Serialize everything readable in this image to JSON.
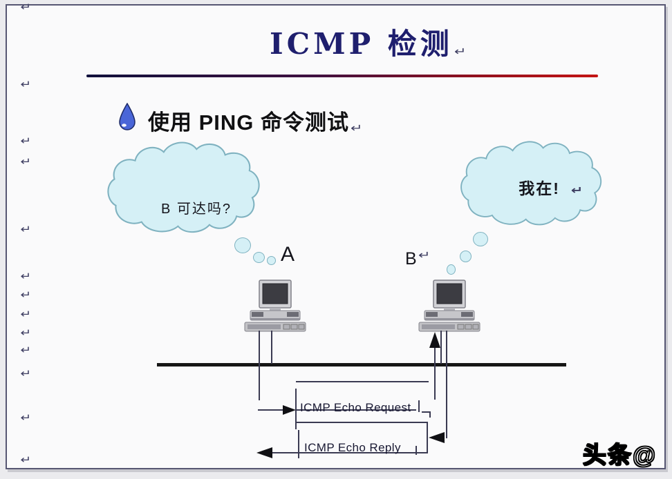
{
  "slide": {
    "title": "ICMP 检测",
    "bullet": "使用 PING 命令测试",
    "cloud_left_text": "B 可达吗?",
    "cloud_right_text": "我在!",
    "label_a": "A",
    "label_b": "B",
    "request_label": "ICMP Echo Request",
    "reply_label": "ICMP Echo Reply",
    "watermark": "头条@",
    "return_symbol": "↵",
    "colors": {
      "title": "#1f1f6e",
      "rule_start": "#10103c",
      "rule_end": "#c41414",
      "cloud_fill": "#d5f0f6",
      "cloud_stroke": "#7fb2c0",
      "drop": "#4a66d8"
    }
  }
}
